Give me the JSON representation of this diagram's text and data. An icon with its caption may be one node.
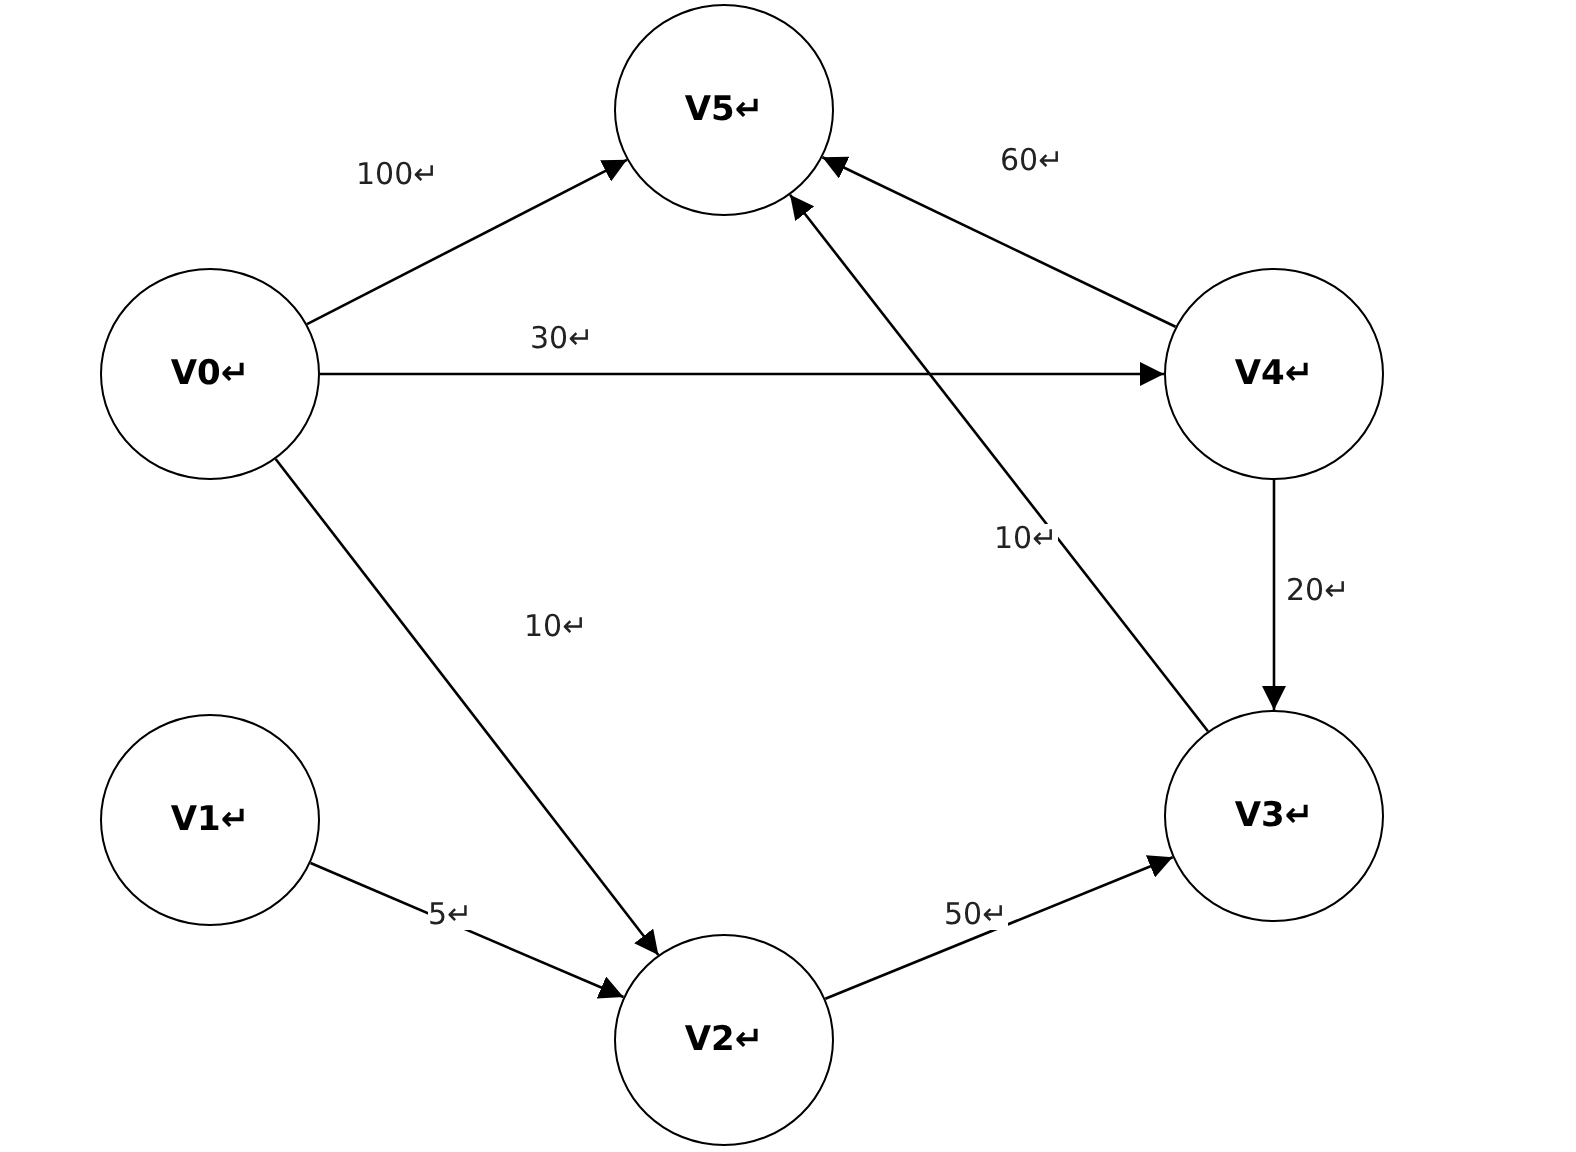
{
  "diagram": {
    "nodes": [
      {
        "text": [
          "V5↵"
        ]
      },
      {
        "text": [
          "V0↵"
        ]
      },
      {
        "text": [
          "V4↵"
        ]
      },
      {
        "text": [
          "V1↵"
        ]
      },
      {
        "text": [
          "V3↵"
        ]
      },
      {
        "text": [
          "V2↵"
        ]
      }
    ],
    "edges": [
      {
        "from": 1,
        "to": 0,
        "arrow": "to",
        "label": "100↵"
      },
      {
        "from": 2,
        "to": 0,
        "arrow": "to",
        "label": "60↵"
      },
      {
        "from": 1,
        "to": 2,
        "arrow": "to",
        "label": "30↵"
      },
      {
        "from": 4,
        "to": 0,
        "arrow": "to",
        "label": "10↵"
      },
      {
        "from": 2,
        "to": 4,
        "arrow": "to",
        "label": "20↵"
      },
      {
        "from": 1,
        "to": 5,
        "arrow": "to",
        "label": "10↵"
      },
      {
        "from": 3,
        "to": 5,
        "arrow": "to",
        "label": "5↵"
      },
      {
        "from": 5,
        "to": 4,
        "arrow": "to",
        "label": "50↵"
      }
    ]
  }
}
